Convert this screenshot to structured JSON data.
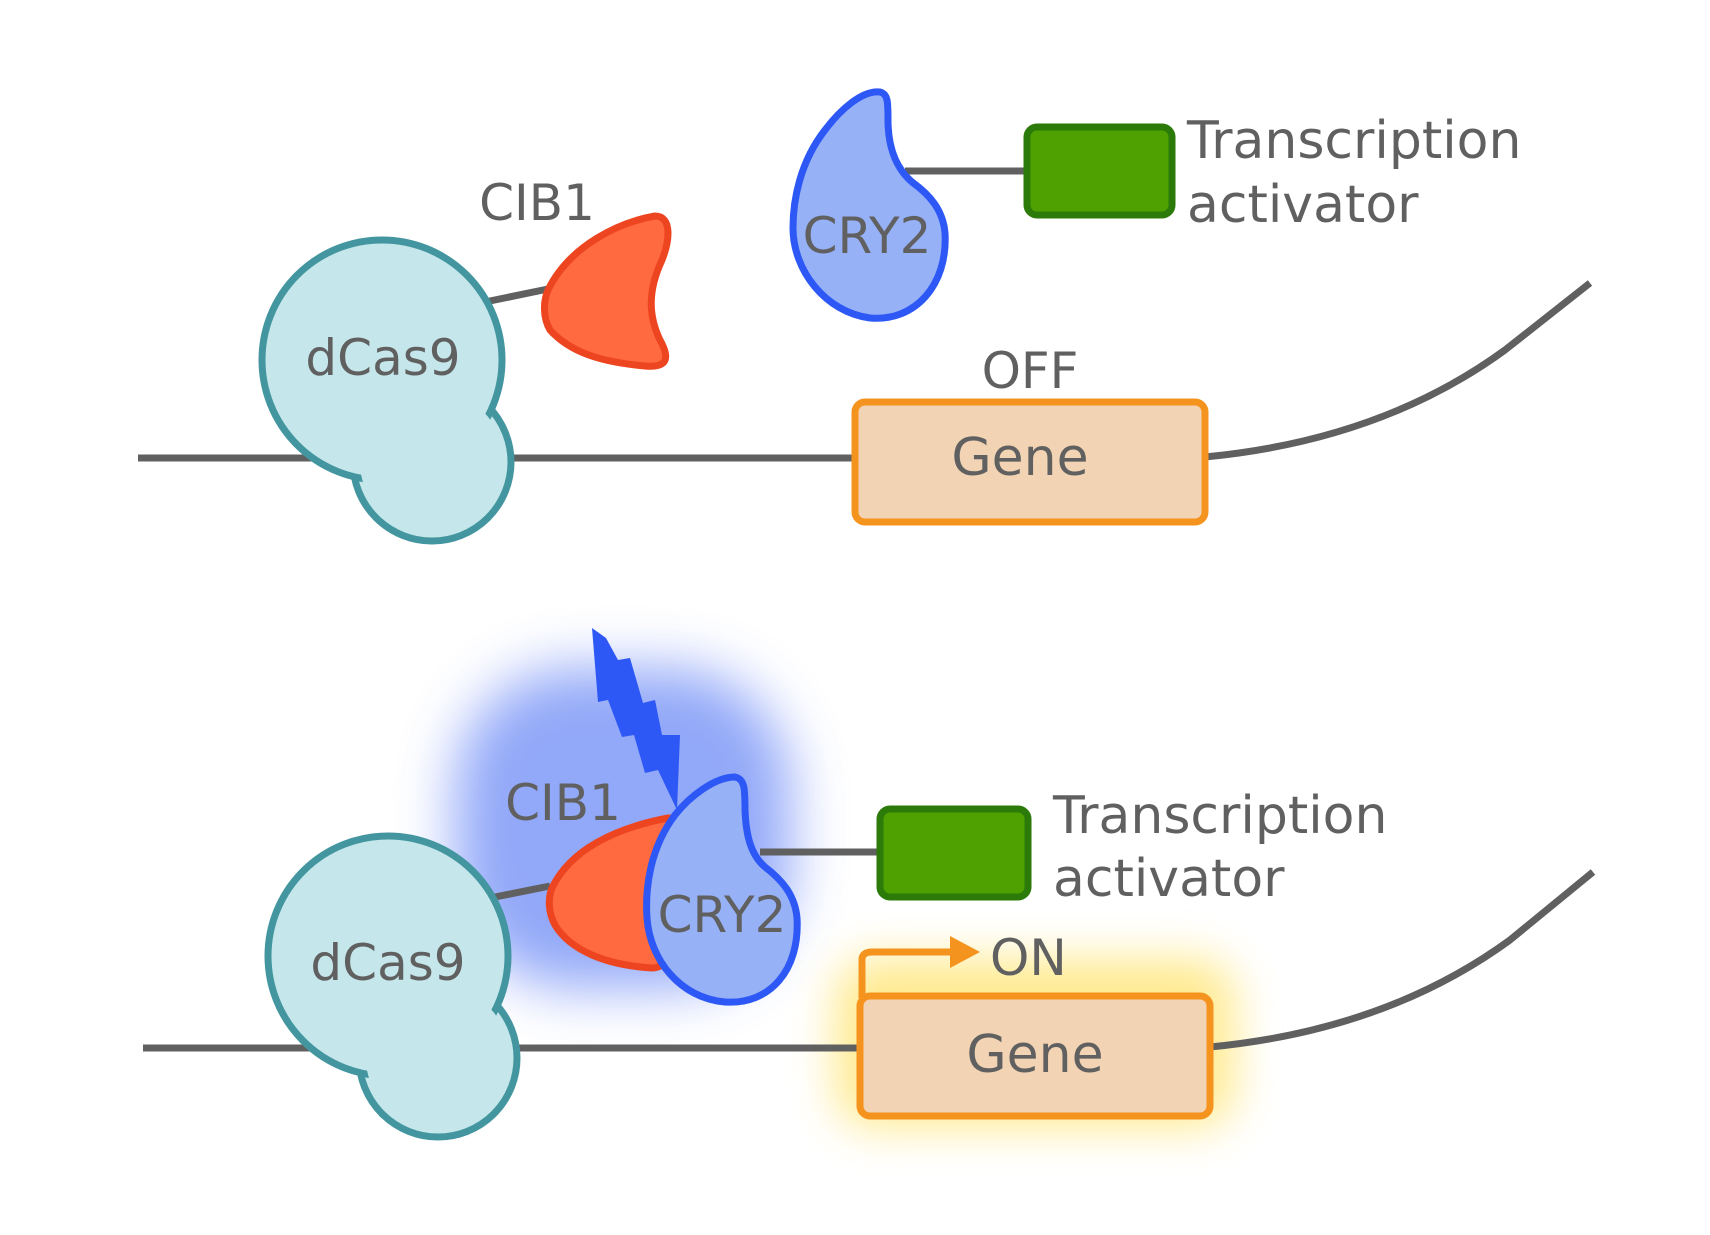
{
  "states": {
    "off": {
      "cib1": "CIB1",
      "cry2": "CRY2",
      "dcas9": "dCas9",
      "activator_line1": "Transcription",
      "activator_line2": "activator",
      "status": "OFF",
      "gene": "Gene"
    },
    "on": {
      "cib1": "CIB1",
      "cry2": "CRY2",
      "dcas9": "dCas9",
      "activator_line1": "Transcription",
      "activator_line2": "activator",
      "status": "ON",
      "gene": "Gene"
    }
  },
  "colors": {
    "dna": "#606060",
    "dcas9_fill": "#c5e6ea",
    "dcas9_stroke": "#43969f",
    "cib1_fill": "#ff6a40",
    "cib1_stroke": "#ee4521",
    "cry2_fill": "#97b1f7",
    "cry2_stroke": "#2d58f5",
    "activator_fill": "#4ea100",
    "activator_stroke": "#2c7a09",
    "gene_fill": "#f2d3b3",
    "gene_stroke": "#f5931f",
    "light_glow": "#6d8bf7",
    "gene_glow": "#ffe36a"
  }
}
